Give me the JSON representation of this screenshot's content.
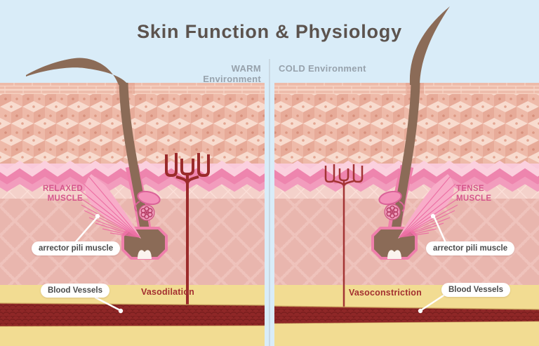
{
  "title": "Skin Function & Physiology",
  "panels": {
    "warm": {
      "env_label": "WARM Environment",
      "muscle_state": "RELAXED MUSCLE",
      "arrector_label": "arrector pili muscle",
      "vessel_label": "Blood Vessels",
      "vessel_state": "Vasodilation"
    },
    "cold": {
      "env_label": "COLD Environment",
      "muscle_state": "TENSE MUSCLE",
      "arrector_label": "arrector pili muscle",
      "vessel_label": "Blood Vessels",
      "vessel_state": "Vasoconstriction"
    }
  },
  "colors": {
    "sky": "#d9ecf8",
    "title_text": "#5c534e",
    "env_text": "#97a2ac",
    "stratum_corneum": "#edbbaa",
    "epidermis_base": "#f0c2b2",
    "basal_zigzag_bright": "#ee85ae",
    "upper_dermis": "#f4d1ca",
    "dermis": "#e9b6ae",
    "hypodermis_yellow": "#f2dc92",
    "blood_vessel": "#8f2727",
    "hair_brown": "#8b6b57",
    "follicle_outline_pink": "#ef7fab",
    "muscle_pink": "#f8adc9",
    "muscle_label_pink": "#d5578c",
    "vaso_text_red": "#a33030"
  }
}
